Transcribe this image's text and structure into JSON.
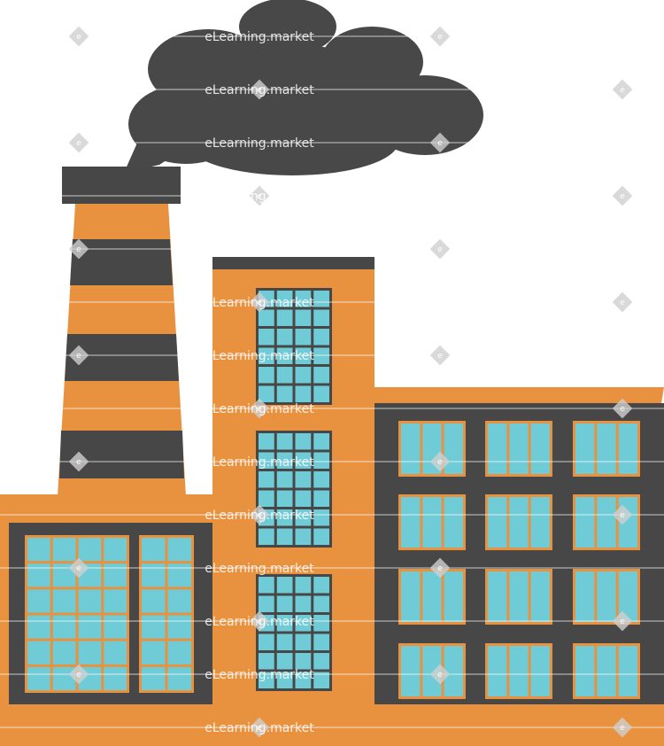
{
  "illustration": {
    "subject": "factory",
    "colors": {
      "orange": "#e8913f",
      "dark": "#474747",
      "window": "#6fcbd6",
      "smoke": "#484848",
      "background": "#ffffff"
    }
  },
  "watermark": {
    "text": "eLearning.market",
    "icon": "e"
  }
}
